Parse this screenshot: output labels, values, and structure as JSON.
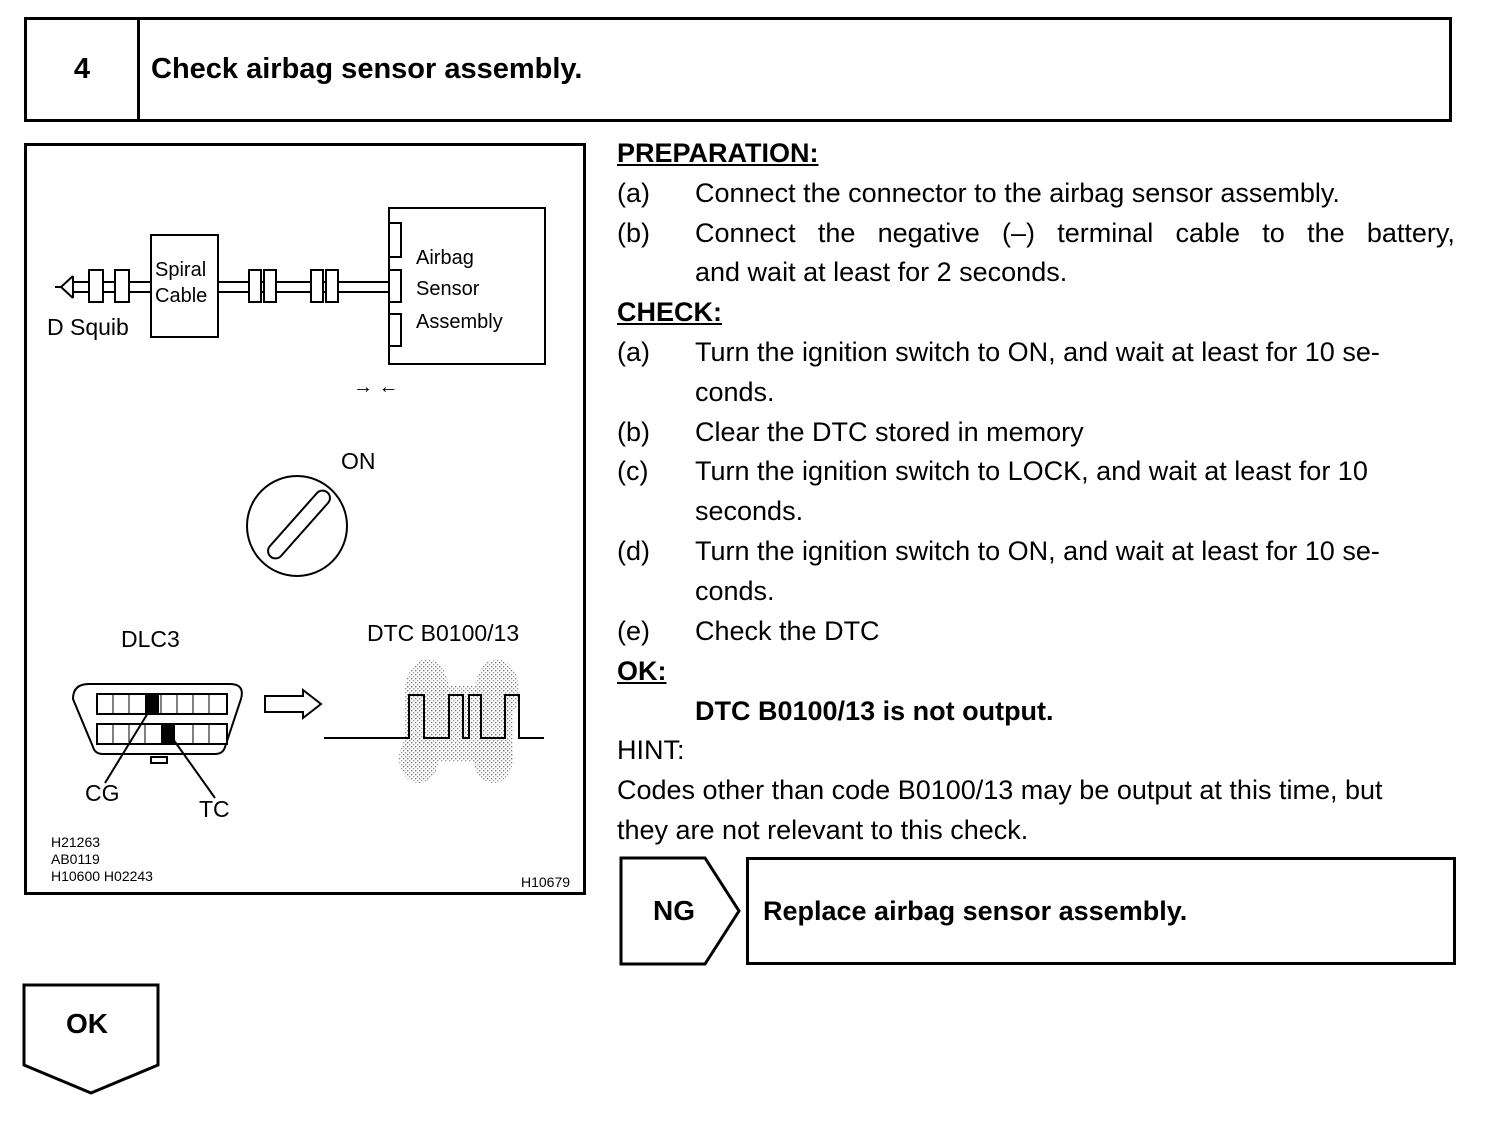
{
  "header": {
    "step_number": "4",
    "title": "Check airbag sensor assembly."
  },
  "figure": {
    "d_squib": "D Squib",
    "spiral_line1": "Spiral",
    "spiral_line2": "Cable",
    "airbag_line1": "Airbag",
    "airbag_line2": "Sensor",
    "airbag_line3": "Assembly",
    "arrows": "→ ←",
    "on": "ON",
    "dlc3": "DLC3",
    "dtc": "DTC B0100/13",
    "cg": "CG",
    "tc": "TC",
    "codes": "H21263\nAB0119\nH10600 H02243",
    "code_right": "H10679"
  },
  "preparation": {
    "heading": "PREPARATION:",
    "a_label": "(a)",
    "a_text": "Connect the connector to the airbag sensor assembly.",
    "b_label": "(b)",
    "b_words": [
      "Connect",
      "the",
      "negative",
      "(–)",
      "terminal",
      "cable",
      "to",
      "the",
      "battery,"
    ],
    "b_text2": "and wait at least for 2 seconds."
  },
  "check": {
    "heading": "CHECK:",
    "a_label": "(a)",
    "a_text1": "Turn the ignition switch to ON, and wait at least for 10 se-",
    "a_text2": "conds.",
    "b_label": "(b)",
    "b_text": "Clear the DTC stored in memory",
    "c_label": "(c)",
    "c_text1": "Turn the ignition switch to LOCK, and wait at least for 10",
    "c_text2": "seconds.",
    "d_label": "(d)",
    "d_text1": "Turn the ignition switch to ON, and wait at least for 10 se-",
    "d_text2": "conds.",
    "e_label": "(e)",
    "e_text": "Check the DTC"
  },
  "ok": {
    "heading": "OK:",
    "text": "DTC B0100/13 is not output."
  },
  "hint": {
    "heading": "HINT:",
    "text1": "Codes other than code B0100/13 may be output at this time, but",
    "text2": "they are not relevant to this check."
  },
  "ng": {
    "label": "NG",
    "action": "Replace airbag sensor assembly."
  },
  "ok_flow": {
    "label": "OK"
  }
}
